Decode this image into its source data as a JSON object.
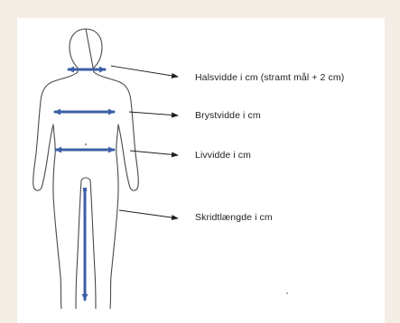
{
  "diagram": {
    "labels": {
      "neck": "Halsvidde i cm (stramt mål + 2 cm)",
      "chest": "Brystvidde i cm",
      "waist": "Livvidde i cm",
      "inseam": "Skridtlængde i cm"
    },
    "colors": {
      "measure_line": "#3b5fa6",
      "outline": "#4a4a4a",
      "arrow": "#1e1e1e",
      "background": "#f3ede6",
      "panel": "#ffffff"
    }
  }
}
